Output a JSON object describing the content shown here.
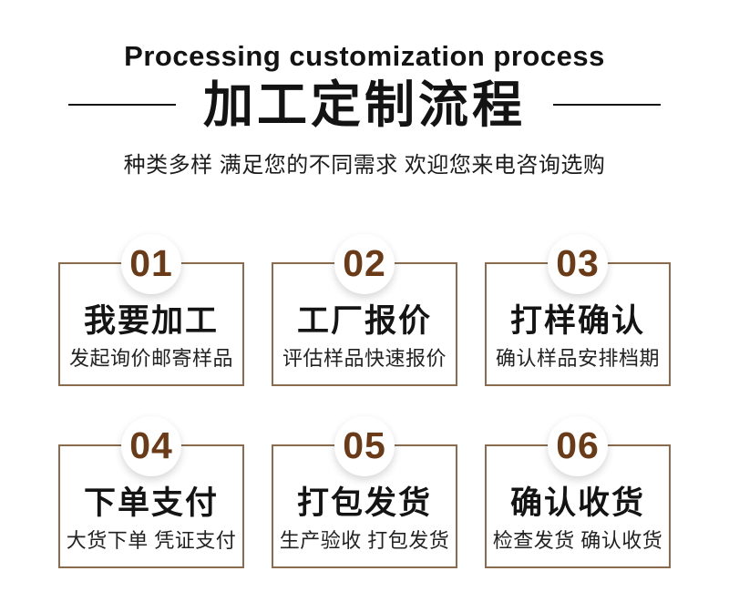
{
  "header": {
    "title_en": "Processing customization process",
    "title_zh": "加工定制流程",
    "subtitle": "种类多样 满足您的不同需求 欢迎您来电咨询选购"
  },
  "colors": {
    "number_brown": "#6b3a16",
    "box_border_brown": "#8a6b4d",
    "text_dark": "#131313",
    "background": "#ffffff"
  },
  "steps": [
    {
      "number": "01",
      "title": "我要加工",
      "desc": "发起询价邮寄样品"
    },
    {
      "number": "02",
      "title": "工厂报价",
      "desc": "评估样品快速报价"
    },
    {
      "number": "03",
      "title": "打样确认",
      "desc": "确认样品安排档期"
    },
    {
      "number": "04",
      "title": "下单支付",
      "desc": "大货下单 凭证支付"
    },
    {
      "number": "05",
      "title": "打包发货",
      "desc": "生产验收 打包发货"
    },
    {
      "number": "06",
      "title": "确认收货",
      "desc": "检查发货 确认收货"
    }
  ]
}
